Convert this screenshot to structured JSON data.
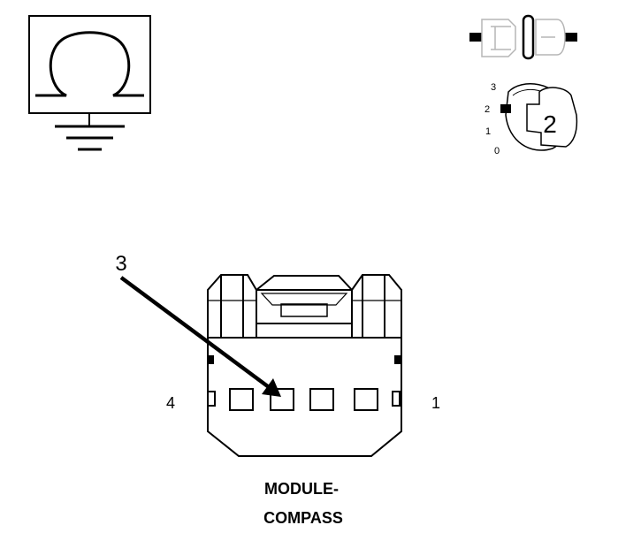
{
  "callout_number": "3",
  "key_position_label": "2",
  "key_scale": [
    "3",
    "2",
    "1",
    "0"
  ],
  "pin_labels": {
    "left": "4",
    "right": "1"
  },
  "component_label": {
    "line1": "MODULE-",
    "line2": "COMPASS"
  },
  "icons": {
    "ground_symbol": "ohmmeter-to-ground-icon",
    "connector_disconnect": "disconnect-connector-icon",
    "ignition_key": "ignition-key-position-icon",
    "connector_face": "connector-face-view"
  },
  "colors": {
    "stroke": "#000000",
    "faint_stroke": "#b5b5b5",
    "background": "#ffffff"
  }
}
